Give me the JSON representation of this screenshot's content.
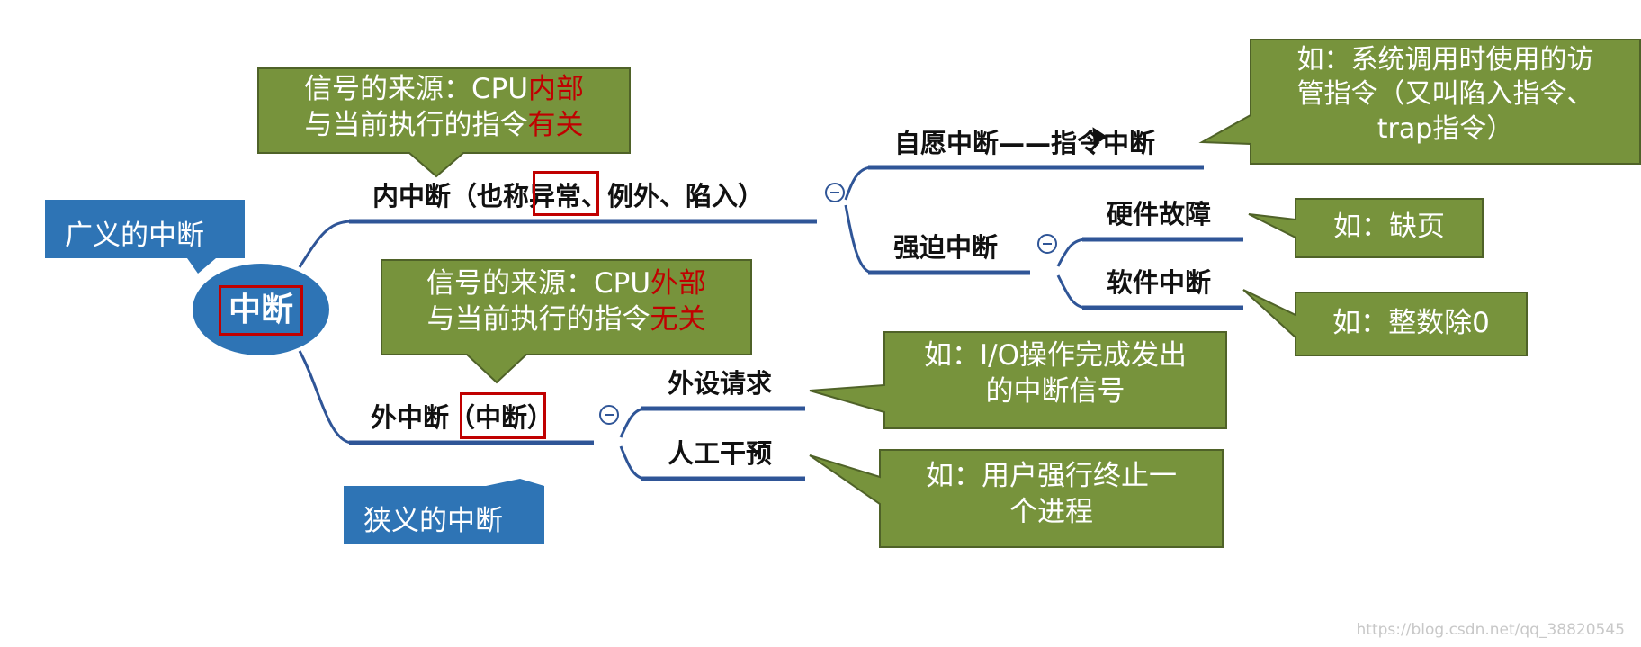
{
  "root": {
    "label": "中断"
  },
  "notes": {
    "broad": "广义的中断",
    "narrow": "狭义的中断"
  },
  "branches": {
    "internal": {
      "label": "内中断（也称异常、例外、陷入）",
      "source_line1_prefix": "信号的来源：CPU",
      "source_line1_highlight": "内部",
      "source_line2_prefix": "与当前执行的指令",
      "source_line2_highlight": "有关",
      "children": {
        "voluntary": {
          "label": "自愿中断——指令中断",
          "example_line1": "如：系统调用时使用的访",
          "example_line2": "管指令（又叫陷入指令、",
          "example_line3": "trap指令）"
        },
        "forced": {
          "label": "强迫中断",
          "children": {
            "hardware": {
              "label": "硬件故障",
              "example": "如：缺页"
            },
            "software": {
              "label": "软件中断",
              "example": "如：整数除0"
            }
          }
        }
      }
    },
    "external": {
      "label": "外中断（中断）",
      "source_line1_prefix": "信号的来源：CPU",
      "source_line1_highlight": "外部",
      "source_line2_prefix": "与当前执行的指令",
      "source_line2_highlight": "无关",
      "children": {
        "device": {
          "label": "外设请求",
          "example_line1": "如：I/O操作完成发出",
          "example_line2": "的中断信号"
        },
        "manual": {
          "label": "人工干预",
          "example_line1": "如：用户强行终止一",
          "example_line2": "个进程"
        }
      }
    }
  },
  "watermark": "https://blog.csdn.net/qq_38820545",
  "colors": {
    "callout_green": "#77933c",
    "callout_blue": "#2e74b5",
    "root_ellipse": "#2e74b5",
    "line_blue": "#2f5597",
    "highlight_red": "#c00000"
  }
}
